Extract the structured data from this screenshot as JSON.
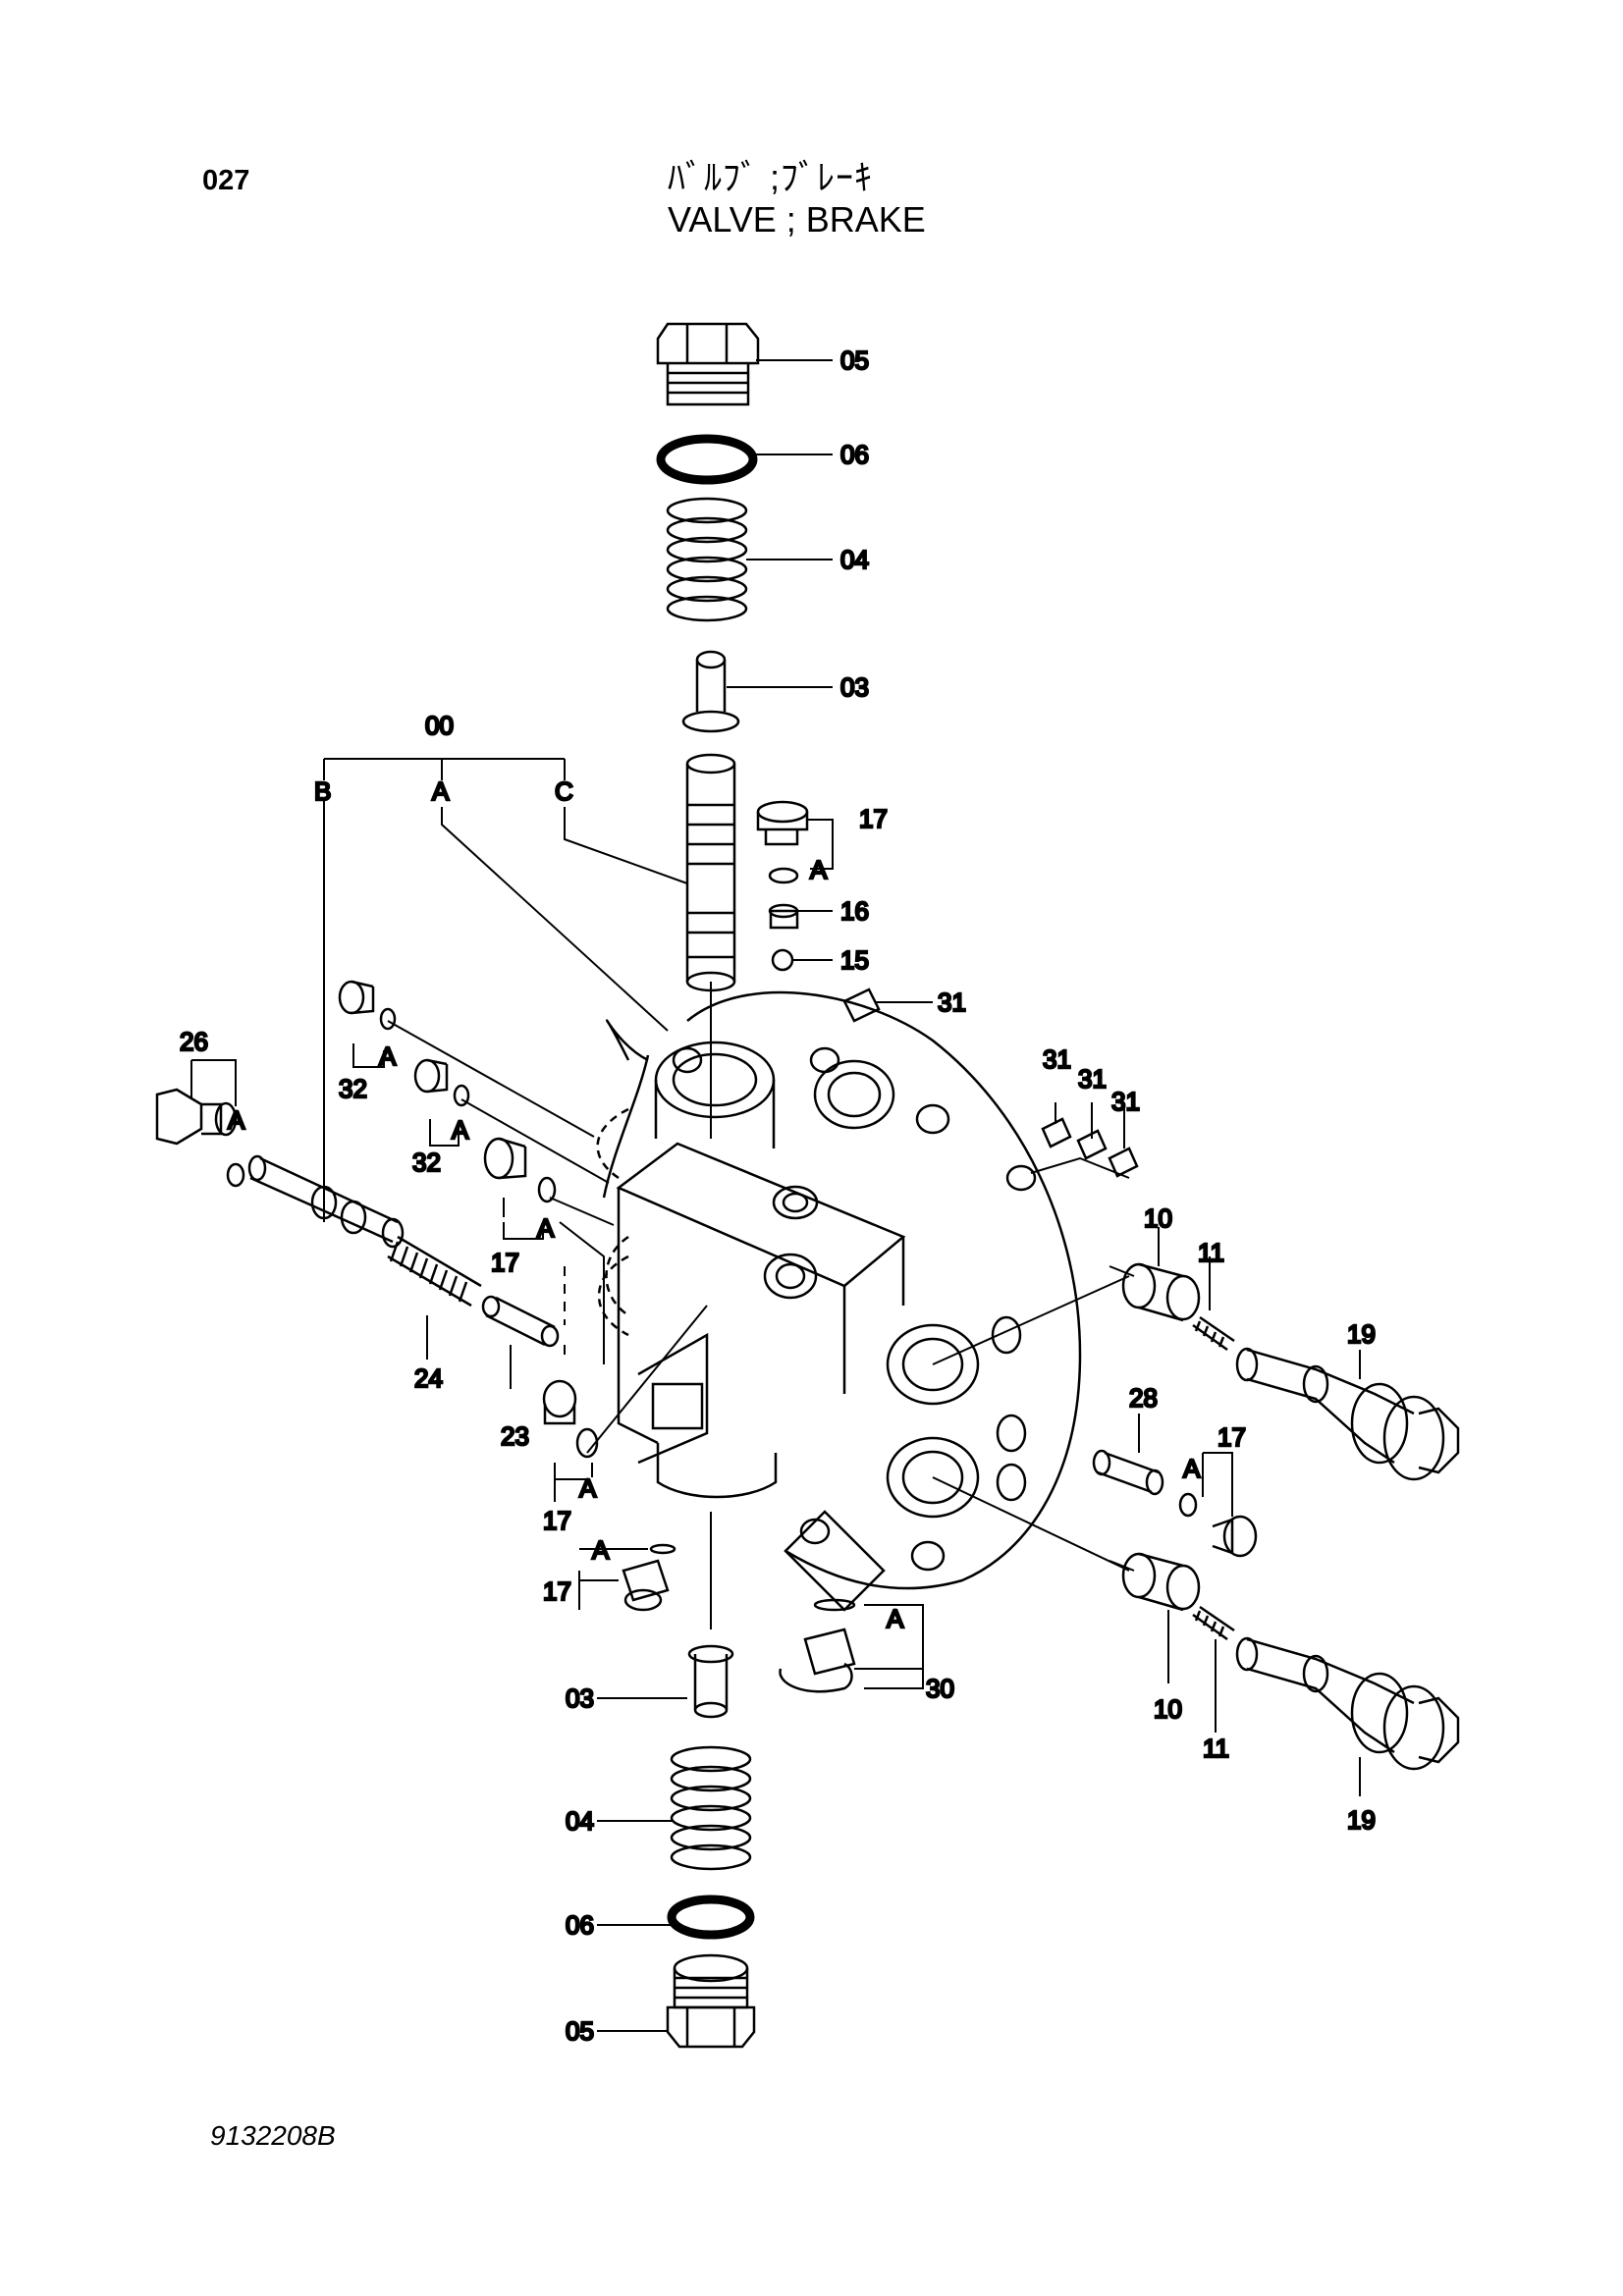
{
  "page_number": "027",
  "title_jp": "ﾊﾞﾙﾌﾞ ;ﾌﾞﾚｰｷ",
  "title_en": "VALVE ; BRAKE",
  "drawing_number": "9132208B",
  "assembly": {
    "number": "00",
    "views": [
      "B",
      "A",
      "C"
    ]
  },
  "callouts": {
    "c05a": "05",
    "c06a": "06",
    "c04a": "04",
    "c03a": "03",
    "c17a": "17",
    "c16": "16",
    "c15": "15",
    "c31a": "31",
    "c31b": "31",
    "c31c": "31",
    "c31d": "31",
    "c26": "26",
    "c32a": "32",
    "c32b": "32",
    "c17b": "17",
    "c24": "24",
    "c23": "23",
    "c17c": "17",
    "c17d": "17",
    "c10a": "10",
    "c11a": "11",
    "c19a": "19",
    "c28": "28",
    "c17e": "17",
    "c10b": "10",
    "c11b": "11",
    "c19b": "19",
    "c03b": "03",
    "c30": "30",
    "c04b": "04",
    "c06b": "06",
    "c05b": "05"
  },
  "seal_kit_letter": "A"
}
